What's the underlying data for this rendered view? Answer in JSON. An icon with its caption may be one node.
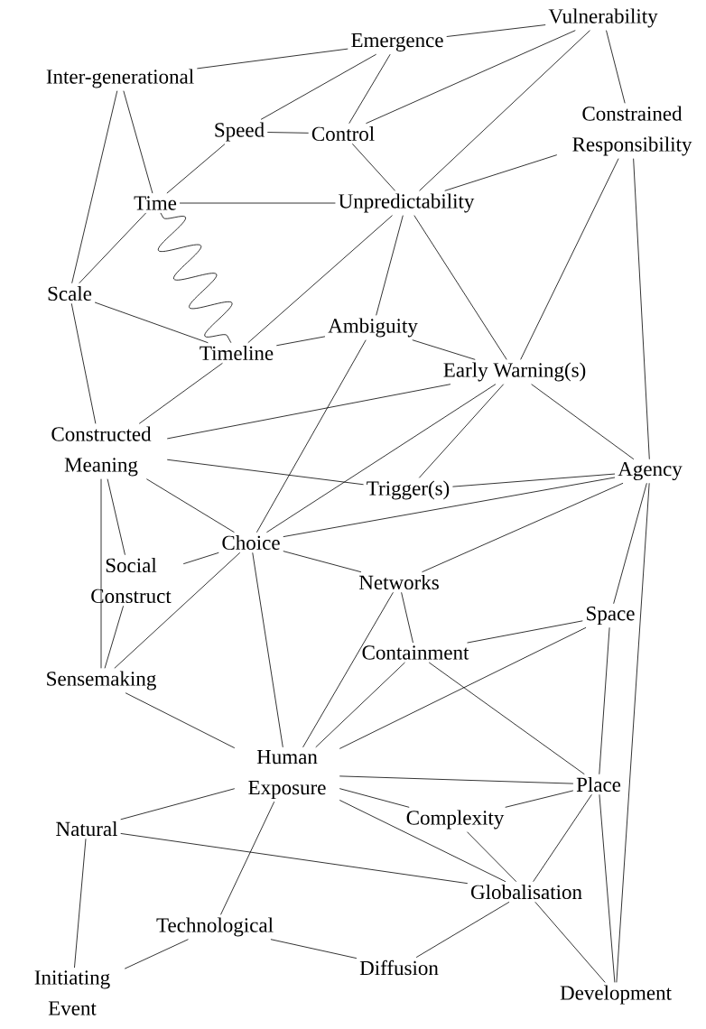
{
  "diagram": {
    "nodes": [
      {
        "text": [
          "Vulnerability"
        ]
      },
      {
        "text": [
          "Emergence"
        ]
      },
      {
        "text": [
          "Inter-generational"
        ]
      },
      {
        "text": [
          "Speed"
        ]
      },
      {
        "text": [
          "Control"
        ]
      },
      {
        "text": [
          "Constrained Responsibility"
        ]
      },
      {
        "text": [
          "Time"
        ]
      },
      {
        "text": [
          "Unpredictability"
        ]
      },
      {
        "text": [
          "Scale"
        ]
      },
      {
        "text": [
          "Ambiguity"
        ]
      },
      {
        "text": [
          "Timeline"
        ]
      },
      {
        "text": [
          "Early Warning(s)"
        ]
      },
      {
        "text": [
          "Constructed Meaning"
        ]
      },
      {
        "text": [
          "Trigger(s)"
        ]
      },
      {
        "text": [
          "Agency"
        ]
      },
      {
        "text": [
          "Choice"
        ]
      },
      {
        "text": [
          "Social Construct"
        ]
      },
      {
        "text": [
          "Networks"
        ]
      },
      {
        "text": [
          "Space"
        ]
      },
      {
        "text": [
          "Containment"
        ]
      },
      {
        "text": [
          "Sensemaking"
        ]
      },
      {
        "text": [
          "Human Exposure"
        ]
      },
      {
        "text": [
          "Place"
        ]
      },
      {
        "text": [
          "Natural"
        ]
      },
      {
        "text": [
          "Complexity"
        ]
      },
      {
        "text": [
          "Globalisation"
        ]
      },
      {
        "text": [
          "Technological"
        ]
      },
      {
        "text": [
          "Diffusion"
        ]
      },
      {
        "text": [
          "Initiating Event"
        ]
      },
      {
        "text": [
          "Development"
        ]
      }
    ],
    "edges": [
      {
        "from": 2,
        "to": 1,
        "arrow": "none"
      },
      {
        "from": 1,
        "to": 0,
        "arrow": "none"
      },
      {
        "from": 1,
        "to": 3,
        "arrow": "none"
      },
      {
        "from": 1,
        "to": 4,
        "arrow": "none"
      },
      {
        "from": 0,
        "to": 4,
        "arrow": "none"
      },
      {
        "from": 0,
        "to": 7,
        "arrow": "none"
      },
      {
        "from": 0,
        "to": 5,
        "arrow": "none"
      },
      {
        "from": 5,
        "to": 7,
        "arrow": "none"
      },
      {
        "from": 3,
        "to": 4,
        "arrow": "none"
      },
      {
        "from": 3,
        "to": 6,
        "arrow": "none"
      },
      {
        "from": 4,
        "to": 7,
        "arrow": "none"
      },
      {
        "from": 2,
        "to": 6,
        "arrow": "none"
      },
      {
        "from": 2,
        "to": 8,
        "arrow": "none"
      },
      {
        "from": 6,
        "to": 7,
        "arrow": "none"
      },
      {
        "from": 6,
        "to": 8,
        "arrow": "none"
      },
      {
        "from": 6,
        "to": 10,
        "arrow": "none"
      },
      {
        "from": 7,
        "to": 10,
        "arrow": "none"
      },
      {
        "from": 7,
        "to": 9,
        "arrow": "none"
      },
      {
        "from": 7,
        "to": 11,
        "arrow": "none"
      },
      {
        "from": 5,
        "to": 11,
        "arrow": "none"
      },
      {
        "from": 5,
        "to": 14,
        "arrow": "none"
      },
      {
        "from": 8,
        "to": 10,
        "arrow": "none"
      },
      {
        "from": 8,
        "to": 12,
        "arrow": "none"
      },
      {
        "from": 9,
        "to": 10,
        "arrow": "none"
      },
      {
        "from": 9,
        "to": 11,
        "arrow": "none"
      },
      {
        "from": 9,
        "to": 15,
        "arrow": "none"
      },
      {
        "from": 10,
        "to": 12,
        "arrow": "none"
      },
      {
        "from": 11,
        "to": 12,
        "arrow": "none"
      },
      {
        "from": 11,
        "to": 15,
        "arrow": "none"
      },
      {
        "from": 11,
        "to": 13,
        "arrow": "none"
      },
      {
        "from": 11,
        "to": 14,
        "arrow": "none"
      },
      {
        "from": 12,
        "to": 13,
        "arrow": "none"
      },
      {
        "from": 13,
        "to": 14,
        "arrow": "none"
      },
      {
        "from": 14,
        "to": 15,
        "arrow": "none"
      },
      {
        "from": 14,
        "to": 17,
        "arrow": "none"
      },
      {
        "from": 14,
        "to": 18,
        "arrow": "none"
      },
      {
        "from": 14,
        "to": 29,
        "arrow": "none"
      },
      {
        "from": 12,
        "to": 15,
        "arrow": "none"
      },
      {
        "from": 12,
        "to": 16,
        "arrow": "none"
      },
      {
        "from": 12,
        "to": 20,
        "arrow": "none"
      },
      {
        "from": 15,
        "to": 16,
        "arrow": "none"
      },
      {
        "from": 15,
        "to": 17,
        "arrow": "none"
      },
      {
        "from": 15,
        "to": 20,
        "arrow": "none"
      },
      {
        "from": 15,
        "to": 21,
        "arrow": "none"
      },
      {
        "from": 17,
        "to": 21,
        "arrow": "none"
      },
      {
        "from": 17,
        "to": 19,
        "arrow": "none"
      },
      {
        "from": 19,
        "to": 18,
        "arrow": "none"
      },
      {
        "from": 19,
        "to": 21,
        "arrow": "none"
      },
      {
        "from": 19,
        "to": 22,
        "arrow": "none"
      },
      {
        "from": 18,
        "to": 21,
        "arrow": "none"
      },
      {
        "from": 18,
        "to": 22,
        "arrow": "none"
      },
      {
        "from": 16,
        "to": 20,
        "arrow": "none"
      },
      {
        "from": 20,
        "to": 21,
        "arrow": "none"
      },
      {
        "from": 21,
        "to": 22,
        "arrow": "none"
      },
      {
        "from": 21,
        "to": 23,
        "arrow": "none"
      },
      {
        "from": 21,
        "to": 24,
        "arrow": "none"
      },
      {
        "from": 21,
        "to": 25,
        "arrow": "none"
      },
      {
        "from": 21,
        "to": 26,
        "arrow": "none"
      },
      {
        "from": 24,
        "to": 22,
        "arrow": "none"
      },
      {
        "from": 24,
        "to": 25,
        "arrow": "none"
      },
      {
        "from": 22,
        "to": 25,
        "arrow": "none"
      },
      {
        "from": 22,
        "to": 29,
        "arrow": "none"
      },
      {
        "from": 23,
        "to": 25,
        "arrow": "none"
      },
      {
        "from": 23,
        "to": 28,
        "arrow": "none"
      },
      {
        "from": 26,
        "to": 27,
        "arrow": "none"
      },
      {
        "from": 26,
        "to": 28,
        "arrow": "none"
      },
      {
        "from": 27,
        "to": 25,
        "arrow": "none"
      },
      {
        "from": 25,
        "to": 29,
        "arrow": "none"
      }
    ]
  }
}
